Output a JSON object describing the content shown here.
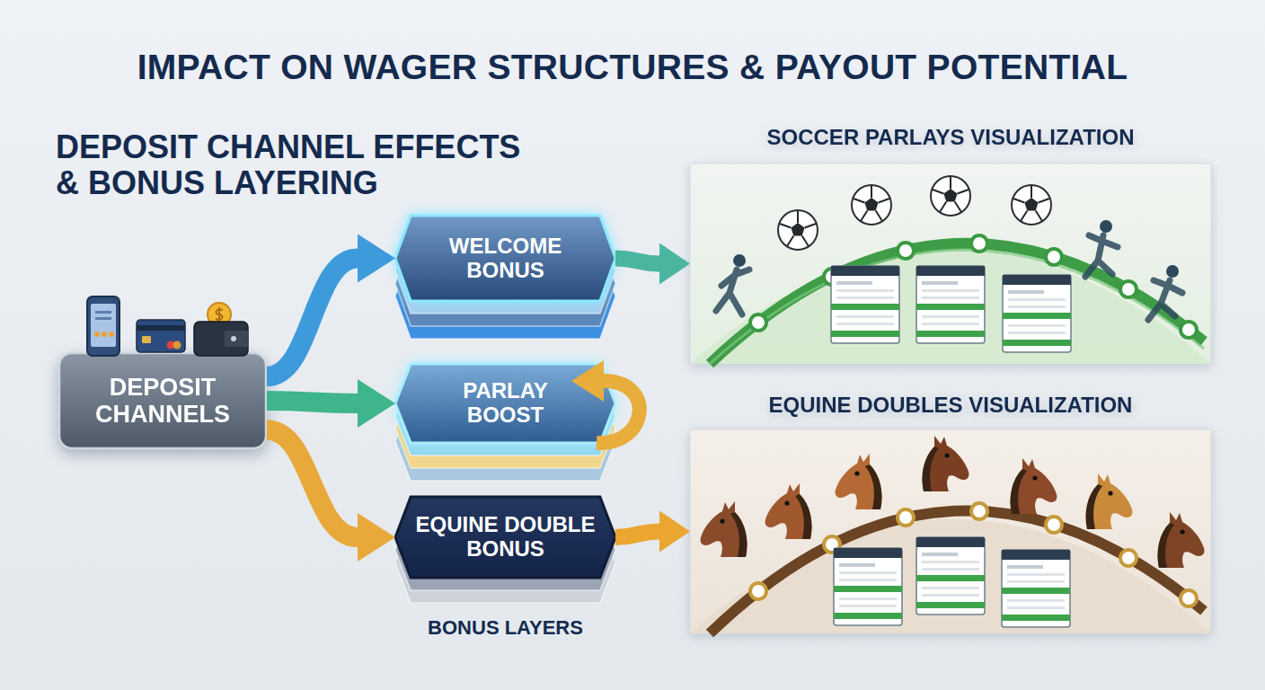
{
  "diagram": {
    "title": "IMPACT ON WAGER STRUCTURES & PAYOUT POTENTIAL",
    "nodes": [
      {
        "text": [
          "DEPOSIT CHANNELS"
        ]
      },
      {
        "text": [
          "WELCOME BONUS"
        ]
      },
      {
        "text": [
          "PARLAY BOOST"
        ]
      },
      {
        "text": [
          "EQUINE DOUBLE BONUS"
        ]
      },
      {
        "text": [
          "SOCCER PARLAYS VISUALIZATION"
        ]
      },
      {
        "text": [
          "EQUINE DOUBLES VISUALIZATION"
        ]
      }
    ],
    "edges": [
      {
        "from": 0,
        "to": 1,
        "arrow": "to"
      },
      {
        "from": 0,
        "to": 2,
        "arrow": "to"
      },
      {
        "from": 0,
        "to": 3,
        "arrow": "to"
      },
      {
        "from": 1,
        "to": 4,
        "arrow": "to"
      },
      {
        "from": 3,
        "to": 5,
        "arrow": "to"
      }
    ],
    "labels": [
      "DEPOSIT CHANNEL EFFECTS & BONUS LAYERING",
      "BONUS LAYERS"
    ]
  }
}
